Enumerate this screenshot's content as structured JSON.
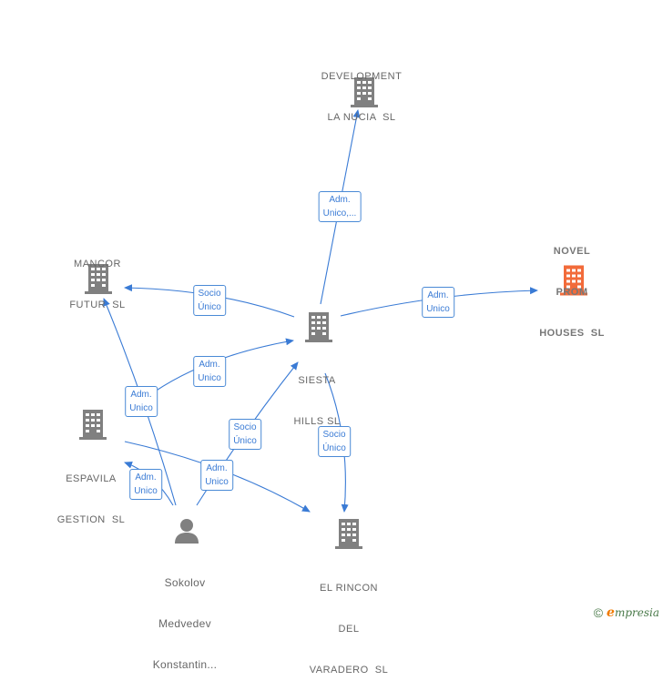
{
  "colors": {
    "edge": "#3a7bd5",
    "node": "#777777",
    "highlight": "#f26b3a"
  },
  "nodes": {
    "development": {
      "lines": [
        "DEVELOPMENT",
        "LA NUCIA  SL"
      ],
      "icon": "building-icon"
    },
    "novel": {
      "lines": [
        "NOVEL",
        "PROM",
        "HOUSES  SL"
      ],
      "icon": "building-icon",
      "highlight": true
    },
    "mancor": {
      "lines": [
        "MANCOR",
        "FUTUR  SL"
      ],
      "icon": "building-icon"
    },
    "siesta": {
      "lines": [
        "SIESTA",
        "HILLS SL"
      ],
      "icon": "building-icon"
    },
    "espavila": {
      "lines": [
        "ESPAVILA",
        "GESTION  SL"
      ],
      "icon": "building-icon"
    },
    "rincon": {
      "lines": [
        "EL RINCON",
        "DEL",
        "VARADERO  SL"
      ],
      "icon": "building-icon"
    },
    "sokolov": {
      "lines": [
        "Sokolov",
        "Medvedev",
        "Konstantin..."
      ],
      "icon": "person-icon"
    }
  },
  "edges": [
    {
      "id": "siesta-development",
      "lines": [
        "Adm.",
        "Unico,..."
      ]
    },
    {
      "id": "siesta-mancor",
      "lines": [
        "Socio",
        "Único"
      ]
    },
    {
      "id": "siesta-novel",
      "lines": [
        "Adm.",
        "Unico"
      ]
    },
    {
      "id": "mancor-siesta",
      "lines": [
        "Adm.",
        "Unico"
      ]
    },
    {
      "id": "sokolov-mancor",
      "lines": [
        "Adm.",
        "Unico"
      ]
    },
    {
      "id": "sokolov-siesta",
      "lines": [
        "Socio",
        "Único"
      ]
    },
    {
      "id": "siesta-rincon",
      "lines": [
        "Socio",
        "Único"
      ]
    },
    {
      "id": "sokolov-espavila",
      "lines": [
        "Adm.",
        "Unico"
      ]
    },
    {
      "id": "espavila-rincon",
      "lines": [
        "Adm.",
        "Unico"
      ]
    }
  ],
  "brand": {
    "copyright": "©",
    "e": "e",
    "name": "mpresia"
  }
}
